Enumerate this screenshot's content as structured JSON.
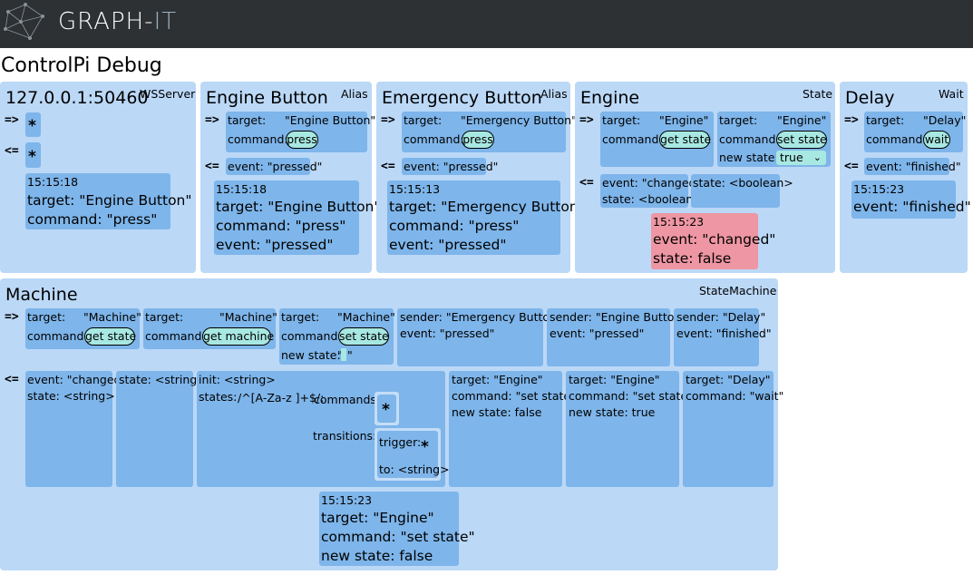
{
  "app": {
    "brand_main": "GRAPH-",
    "brand_accent": "IT",
    "page_title": "ControlPi Debug"
  },
  "arrows": {
    "send": "=>",
    "receive": "<="
  },
  "wildcard": "*",
  "labels": {
    "target": "target:",
    "command": "command:",
    "new_state": "new state:",
    "event": "event:",
    "state": "state:",
    "sender": "sender:",
    "init": "init:",
    "states": "states:",
    "commands": "commands:",
    "transitions": "transitions:",
    "trigger": "trigger:",
    "to": "to:"
  },
  "ws": {
    "title": "127.0.0.1:50460",
    "type": "WSServer",
    "msg": {
      "time": "15:15:18",
      "target": "target: \"Engine Button\"",
      "command": "command: \"press\""
    }
  },
  "engine_button": {
    "title": "Engine Button",
    "type": "Alias",
    "target_value": "\"Engine Button\"",
    "command_pill": "press",
    "event_template": "event: \"pressed\"",
    "msg": {
      "time": "15:15:18",
      "target": "target: \"Engine Button\"",
      "command": "command: \"press\"",
      "event": "event: \"pressed\""
    }
  },
  "emergency_button": {
    "title": "Emergency Button",
    "type": "Alias",
    "target_value": "\"Emergency Button\"",
    "command_pill": "press",
    "event_template": "event: \"pressed\"",
    "msg": {
      "time": "15:15:13",
      "target": "target: \"Emergency Button\"",
      "command": "command: \"press\"",
      "event": "event: \"pressed\""
    }
  },
  "engine": {
    "title": "Engine",
    "type": "State",
    "target_value": "\"Engine\"",
    "get_pill": "get state",
    "set_pill": "set state",
    "new_state_value": "true",
    "event_template": "event: \"changed\"",
    "state_template": "state: <boolean>",
    "state_only": "state: <boolean>",
    "msg": {
      "time": "15:15:23",
      "event": "event: \"changed\"",
      "state": "state: false"
    }
  },
  "delay": {
    "title": "Delay",
    "type": "Wait",
    "target_value": "\"Delay\"",
    "command_pill": "wait",
    "event_template": "event: \"finished\"",
    "msg": {
      "time": "15:15:23",
      "event": "event: \"finished\""
    }
  },
  "machine": {
    "title": "Machine",
    "type": "StateMachine",
    "target_value": "\"Machine\"",
    "get_state_pill": "get state",
    "get_machine_pill": "get machine",
    "set_state_pill": "set state",
    "new_state_open": "\"",
    "new_state_close": "\"",
    "sender1": "sender: \"Emergency Button\"",
    "event_pressed": "event: \"pressed\"",
    "sender2": "sender: \"Engine Button\"",
    "sender3": "sender: \"Delay\"",
    "event_finished": "event: \"finished\"",
    "recv_event": "event: \"changed\"",
    "recv_state": "state: <string>",
    "state_only": "state: <string>",
    "init_value": "init: <string>",
    "states_pattern": "/^[A-Za-z ]+$/:",
    "to_value": "to: <string>",
    "r_target_engine": "target: \"Engine\"",
    "r_command_set": "command: \"set state\"",
    "r_new_false": "new state: false",
    "r_new_true": "new state: true",
    "r_target_delay": "target: \"Delay\"",
    "r_command_wait": "command: \"wait\"",
    "msg": {
      "time": "15:15:23",
      "target": "target: \"Engine\"",
      "command": "command: \"set state\"",
      "new_state": "new state: false"
    }
  },
  "colors": {
    "header": "#2d3134",
    "card": "#bbd8f7",
    "box": "#7eb5ea",
    "alert": "#ee96a3",
    "pill": "#a8e8e2",
    "accent": "#9db2bd"
  }
}
